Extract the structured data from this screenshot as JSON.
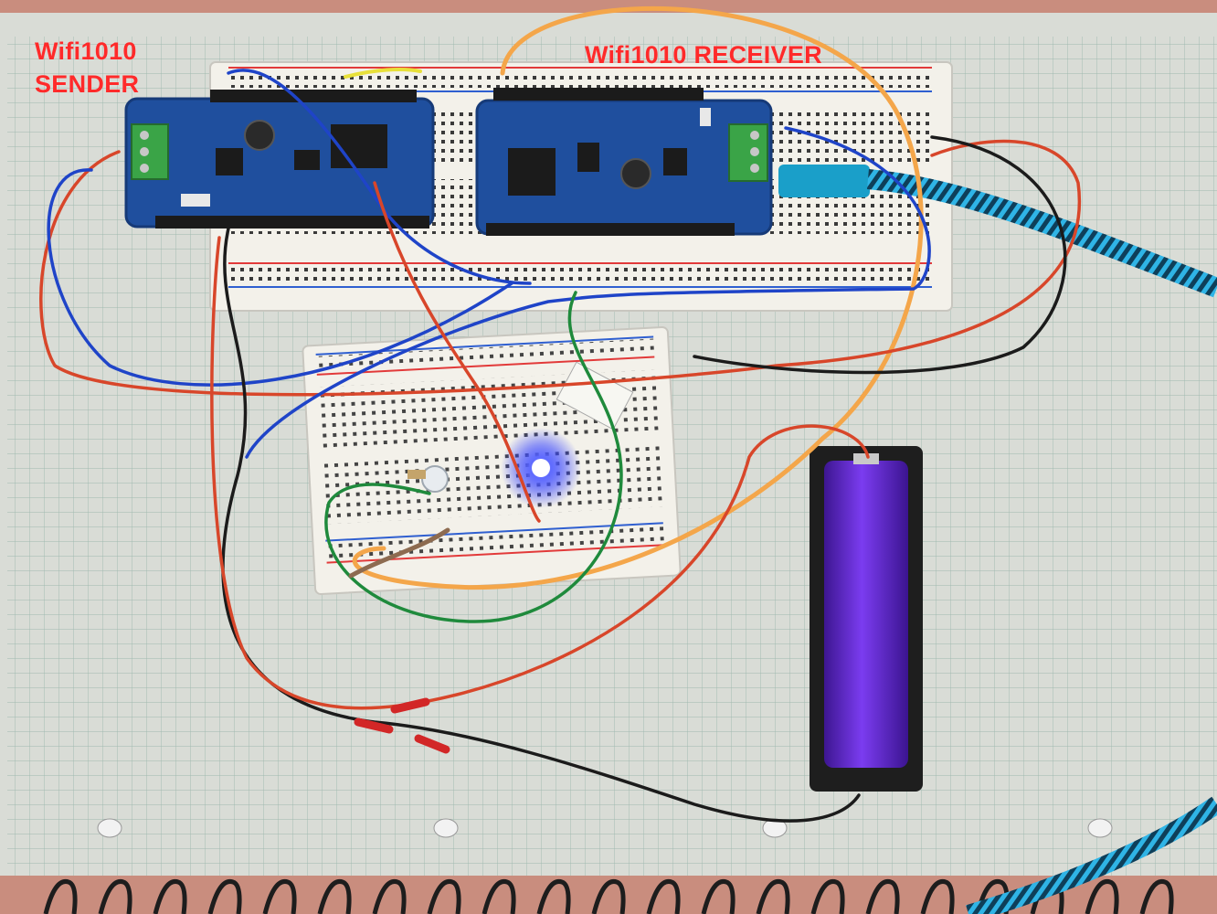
{
  "labels": {
    "sender_line1": "Wifi1010",
    "sender_line2": "SENDER",
    "receiver": "Wifi1010 RECEIVER"
  },
  "colors": {
    "label_red": "#ff2a2a",
    "pcb_blue": "#1f4f9e",
    "battery_purple": "#6b2fd3",
    "wire_orange": "#f4a64a",
    "wire_red": "#d8462a",
    "wire_blue": "#1f44c8",
    "wire_green": "#1f8a3c",
    "led_blue": "#3a4dff"
  },
  "scene": {
    "objects": [
      "paper-grid",
      "large-breadboard",
      "mkr-board-sender",
      "mkr-board-receiver",
      "small-breadboard",
      "blue-led",
      "clear-led",
      "battery-18650",
      "battery-holder",
      "usb-cable",
      "jumper-wires",
      "spiral-binding"
    ]
  }
}
